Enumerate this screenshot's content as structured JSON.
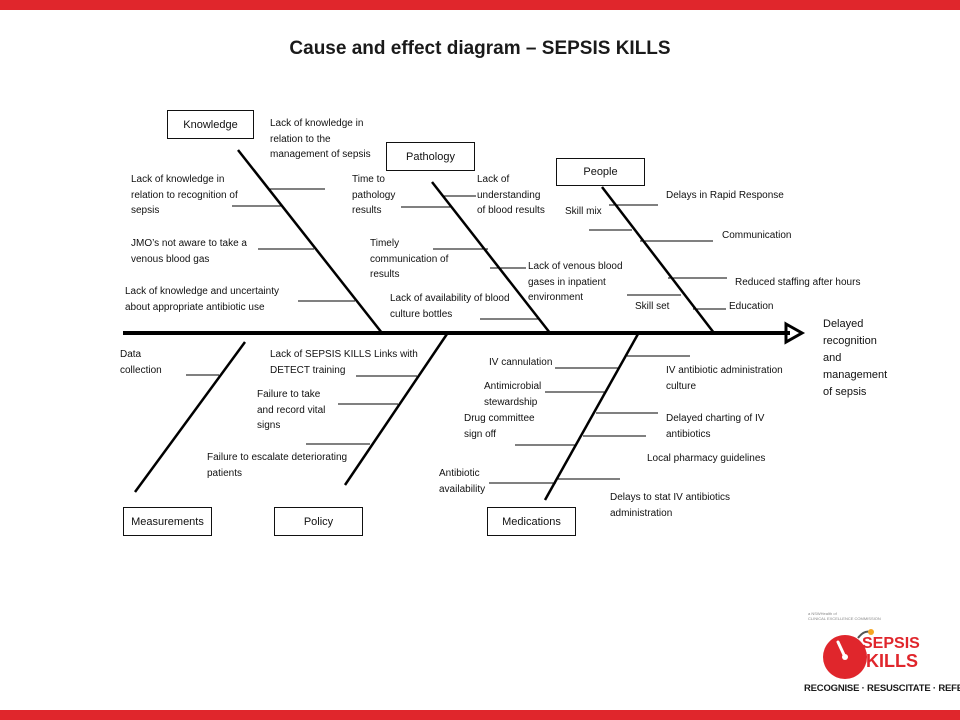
{
  "title": "Cause and effect diagram – SEPSIS KILLS",
  "effect": [
    "Delayed",
    "recognition",
    "and",
    "management",
    "of sepsis"
  ],
  "categories": {
    "knowledge": "Knowledge",
    "pathology": "Pathology",
    "people": "People",
    "measurements": "Measurements",
    "policy": "Policy",
    "medications": "Medications"
  },
  "causes": {
    "knowledge": [
      [
        "Lack of knowledge  in",
        "relation to the",
        "management  of sepsis"
      ],
      [
        "Lack of knowledge  in",
        "relation to recognition of",
        " sepsis"
      ],
      [
        "JMO’s not aware to take a",
        "venous blood gas"
      ],
      [
        "Lack of knowledge and uncertainty",
        "about appropriate antibiotic use"
      ]
    ],
    "pathology": [
      [
        "Time to",
        "pathology",
        "results"
      ],
      [
        "Lack of",
        "understanding",
        "of blood results"
      ],
      [
        "Timely",
        "communication of",
        "results"
      ],
      [
        "Lack of venous blood",
        "gases in inpatient",
        "environment"
      ],
      [
        "Lack of availability of blood",
        "culture bottles"
      ]
    ],
    "people": [
      [
        "Delays in Rapid Response"
      ],
      [
        "Skill mix"
      ],
      [
        "Communication"
      ],
      [
        "Reduced  staffing after hours"
      ],
      [
        "Skill set"
      ],
      [
        "Education"
      ]
    ],
    "measurements": [
      [
        "Data",
        "collection"
      ]
    ],
    "policy": [
      [
        "Lack  of SEPSIS KILLS Links with",
        "DETECT training"
      ],
      [
        "Failure to take",
        "and record vital",
        "signs"
      ],
      [
        "Failure to escalate deteriorating",
        "patients"
      ]
    ],
    "medications": [
      [
        "IV cannulation"
      ],
      [
        "IV antibiotic  administration",
        "culture"
      ],
      [
        "Antimicrobial",
        "stewardship"
      ],
      [
        "Drug committee",
        "sign off"
      ],
      [
        "Delayed charting of IV",
        "antibiotics"
      ],
      [
        "Local pharmacy guidelines"
      ],
      [
        "Antibiotic",
        "availability"
      ],
      [
        "Delays to stat IV antibiotics",
        "administration"
      ]
    ]
  },
  "logo": {
    "org_line1": "a NSWHealth of",
    "org_line2": "CLINICAL EXCELLENCE COMMISSION",
    "word1": "SEPSIS",
    "word2": "KILLS",
    "tagline": "RECOGNISE · RESUSCITATE · REFER"
  },
  "colors": {
    "brand_red": "#e0262c",
    "ink": "#111111"
  }
}
